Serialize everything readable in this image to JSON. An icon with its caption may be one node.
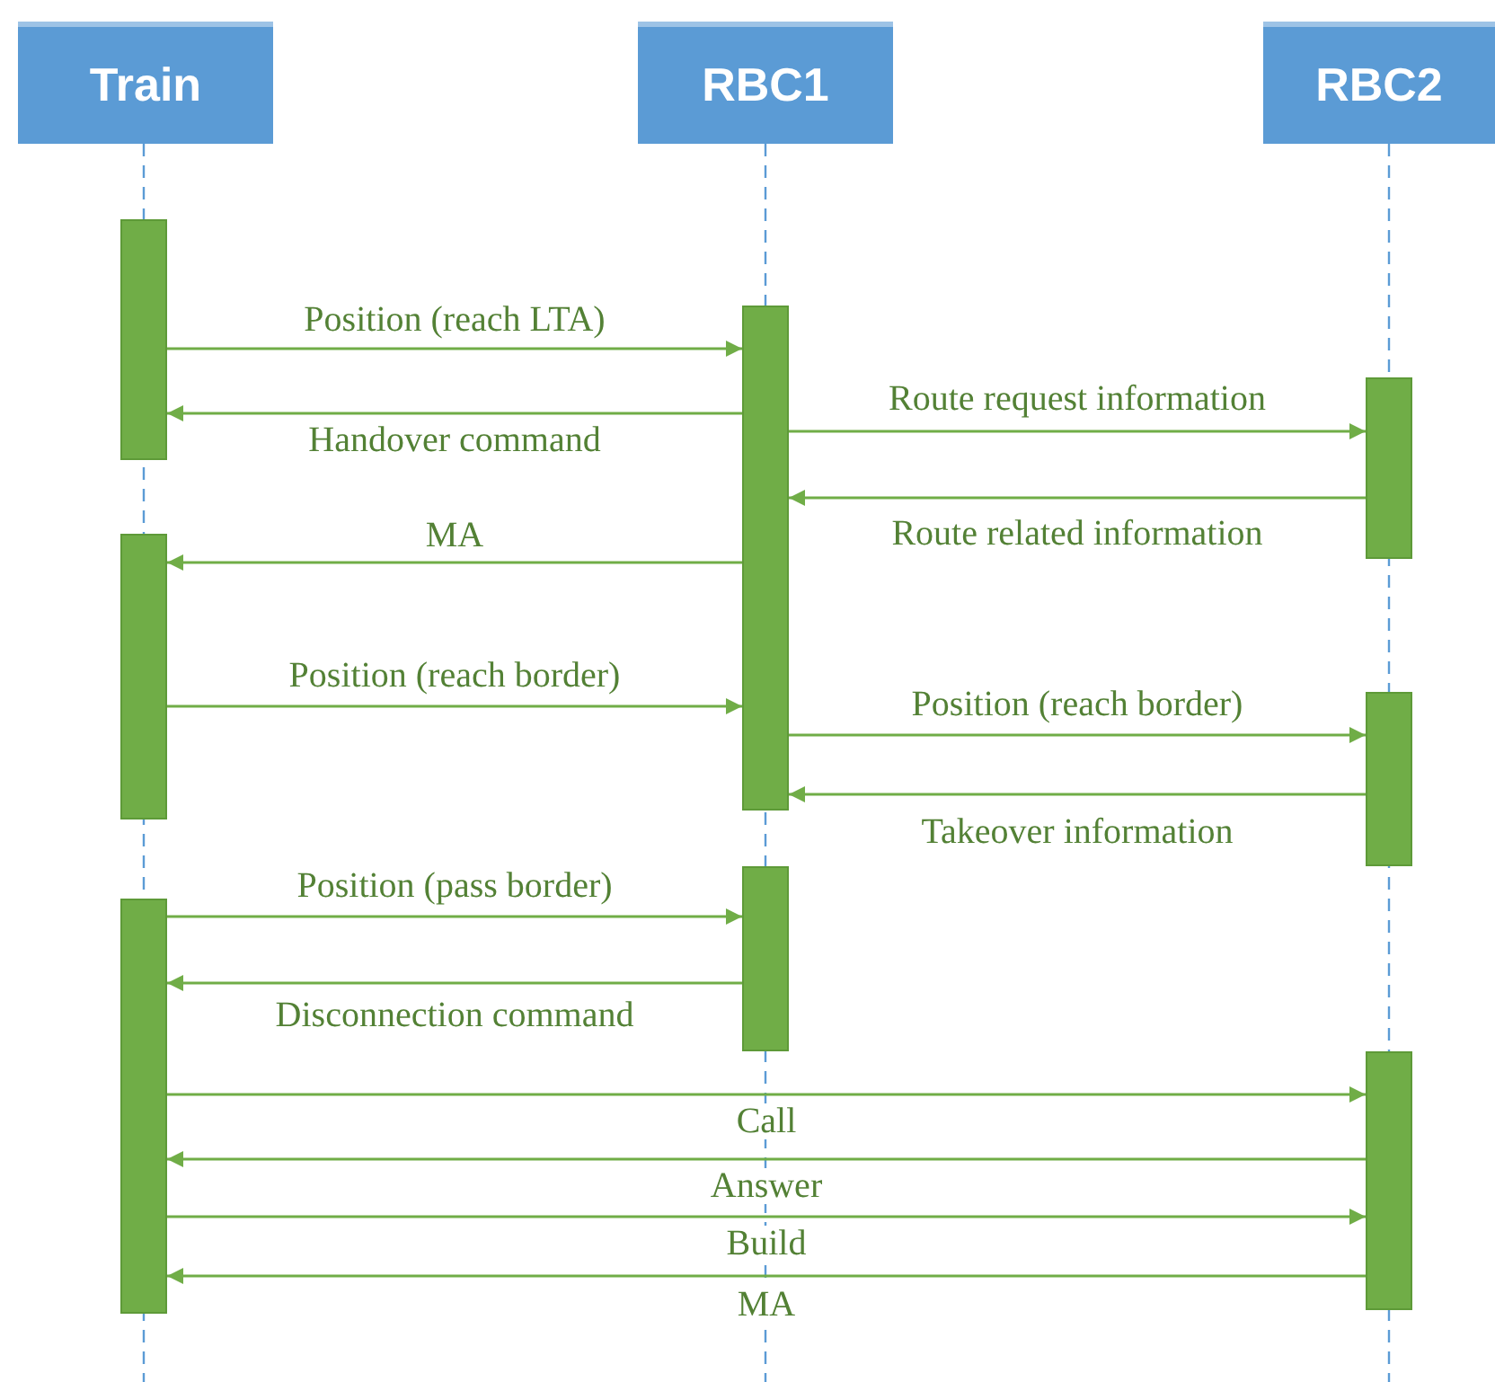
{
  "diagram": {
    "nodes": [
      {
        "text": [
          "Train"
        ]
      },
      {
        "text": [
          "RBC1"
        ]
      },
      {
        "text": [
          "RBC2"
        ]
      },
      {
        "text": [],
        "shape": "bar"
      },
      {
        "text": [],
        "shape": "bar"
      },
      {
        "text": [],
        "shape": "bar"
      },
      {
        "text": [],
        "shape": "bar"
      },
      {
        "text": [],
        "shape": "bar"
      },
      {
        "text": [],
        "shape": "bar"
      },
      {
        "text": [],
        "shape": "bar"
      },
      {
        "text": [],
        "shape": "bar"
      }
    ],
    "edges": [
      {
        "from": 3,
        "to": 4,
        "arrow": "to",
        "label": "Position (reach LTA)"
      },
      {
        "from": 4,
        "to": 3,
        "arrow": "to",
        "label": "Handover command"
      },
      {
        "from": 4,
        "to": 5,
        "arrow": "to",
        "label": "Route request information"
      },
      {
        "from": 5,
        "to": 4,
        "arrow": "to",
        "label": "Route related information"
      },
      {
        "from": 4,
        "to": 6,
        "arrow": "to",
        "label": "MA"
      },
      {
        "from": 6,
        "to": 4,
        "arrow": "to",
        "label": "Position (reach border)"
      },
      {
        "from": 4,
        "to": 7,
        "arrow": "to",
        "label": "Position (reach border)"
      },
      {
        "from": 7,
        "to": 4,
        "arrow": "to",
        "label": "Takeover information"
      },
      {
        "from": 9,
        "to": 8,
        "arrow": "to",
        "label": "Position (pass border)"
      },
      {
        "from": 8,
        "to": 9,
        "arrow": "to",
        "label": "Disconnection command"
      },
      {
        "from": 9,
        "to": 10,
        "arrow": "to",
        "label": "Call"
      },
      {
        "from": 10,
        "to": 9,
        "arrow": "to",
        "label": "Answer"
      },
      {
        "from": 9,
        "to": 10,
        "arrow": "to",
        "label": "Build"
      },
      {
        "from": 10,
        "to": 9,
        "arrow": "to",
        "label": "MA"
      }
    ]
  }
}
